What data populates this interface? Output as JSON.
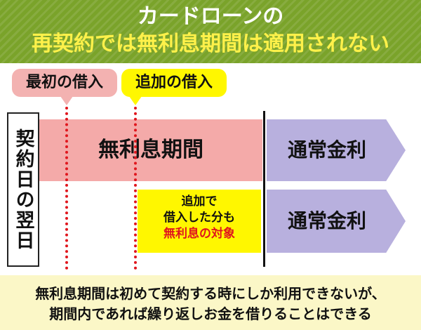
{
  "header": {
    "title_line1": "カードローンの",
    "title_line2": "再契約では無利息期間は適用されない"
  },
  "tags": {
    "first": "最初の借入",
    "additional": "追加の借入"
  },
  "side_label": "契約日の翌日",
  "rows": {
    "interest_free": "無利息期間",
    "normal_rate_1": "通常金利",
    "normal_rate_2": "通常金利"
  },
  "note": {
    "line1": "追加で",
    "line2": "借入した分も",
    "line3": "無利息の対象"
  },
  "footer": {
    "line1": "無利息期間は初めて契約する時にしか利用できないが、",
    "line2": "期間内であれば繰り返しお金を借りることはできる"
  },
  "colors": {
    "header_bg": "#7aa32a",
    "header_accent_text": "#fff14a",
    "pink": "#f4aaa9",
    "yellow": "#fff700",
    "purple": "#b8b0de",
    "red": "#e0161d",
    "footer_bg": "#fbf7c7"
  }
}
